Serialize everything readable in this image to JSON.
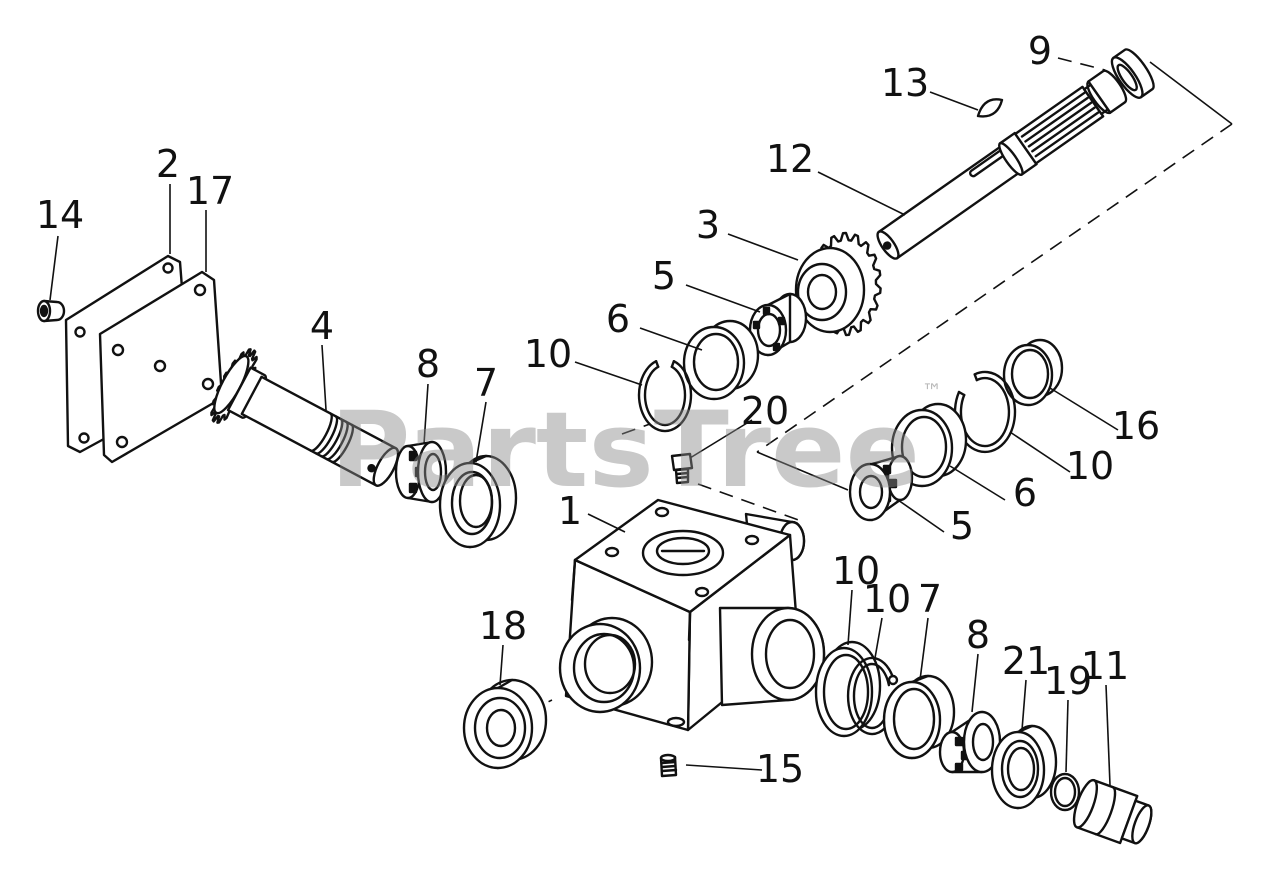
{
  "colors": {
    "line": "#111111",
    "background": "#ffffff",
    "watermark": "#8a8a8a"
  },
  "watermark": {
    "text": "PartsTree",
    "mark": "™"
  },
  "callouts": [
    {
      "label": "9"
    },
    {
      "label": "13"
    },
    {
      "label": "12"
    },
    {
      "label": "3"
    },
    {
      "label": "5"
    },
    {
      "label": "6"
    },
    {
      "label": "10"
    },
    {
      "label": "2"
    },
    {
      "label": "17"
    },
    {
      "label": "14"
    },
    {
      "label": "4"
    },
    {
      "label": "8"
    },
    {
      "label": "7"
    },
    {
      "label": "20"
    },
    {
      "label": "16"
    },
    {
      "label": "10"
    },
    {
      "label": "6"
    },
    {
      "label": "5"
    },
    {
      "label": "1"
    },
    {
      "label": "10"
    },
    {
      "label": "10"
    },
    {
      "label": "7"
    },
    {
      "label": "8"
    },
    {
      "label": "21"
    },
    {
      "label": "19"
    },
    {
      "label": "11"
    },
    {
      "label": "18"
    },
    {
      "label": "15"
    }
  ]
}
